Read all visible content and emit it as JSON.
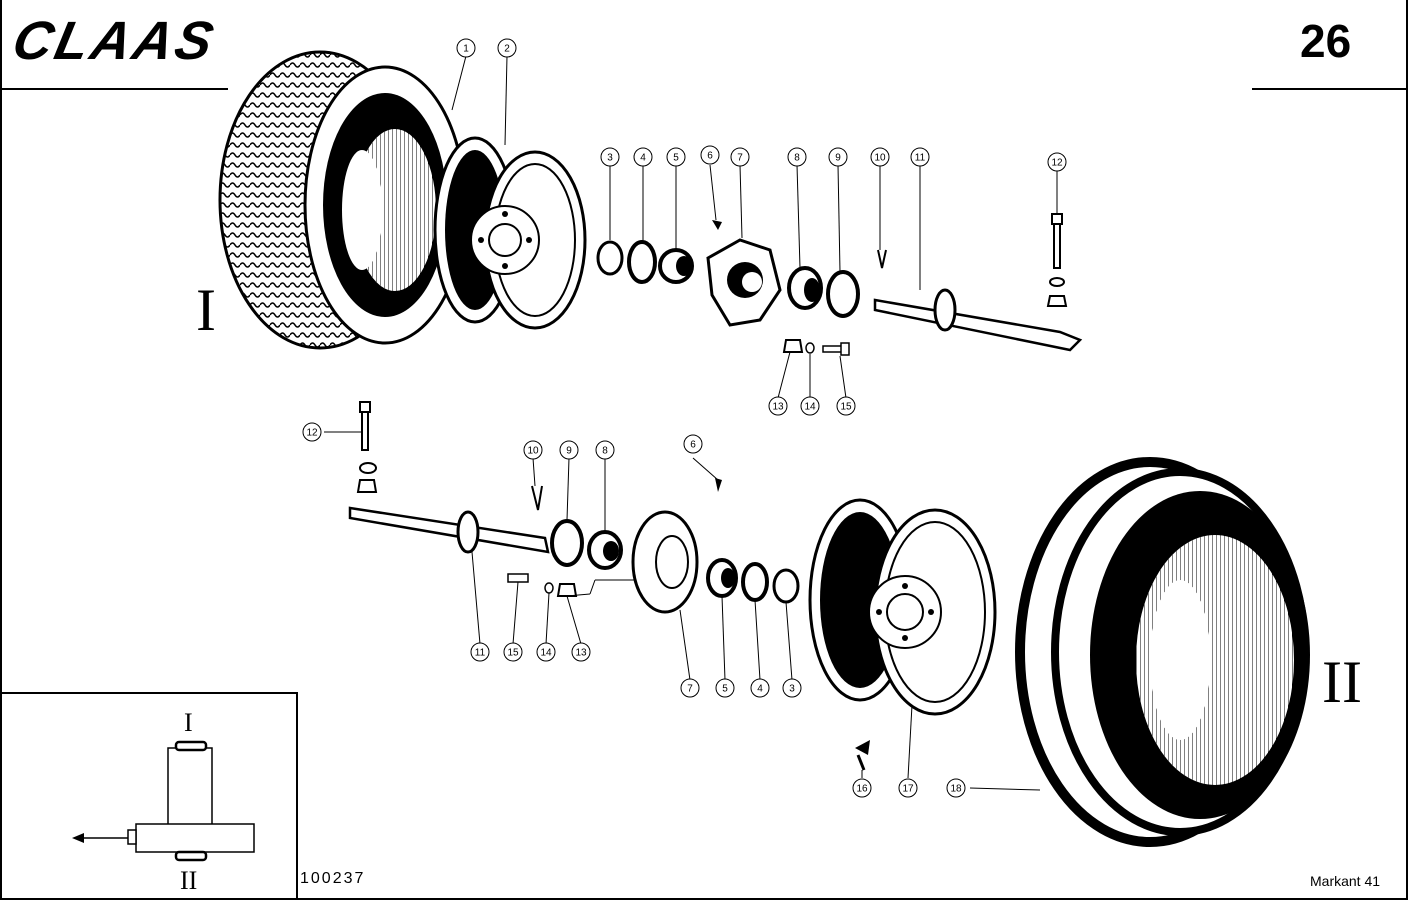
{
  "header": {
    "brand": "CLAAS",
    "page_number": "26"
  },
  "footer": {
    "drawing_number": "100237",
    "model": "Markant 41"
  },
  "assemblies": {
    "upper": "I",
    "lower": "II"
  },
  "inset": {
    "top_label": "I",
    "bottom_label": "II"
  },
  "callouts": {
    "upper": [
      "1",
      "2",
      "3",
      "4",
      "5",
      "6",
      "7",
      "8",
      "9",
      "10",
      "11",
      "12",
      "13",
      "14",
      "15"
    ],
    "lower": [
      "12",
      "10",
      "9",
      "8",
      "6",
      "11",
      "15",
      "14",
      "13",
      "7",
      "5",
      "4",
      "3",
      "16",
      "17",
      "18"
    ]
  },
  "colors": {
    "ink": "#000000",
    "paper": "#ffffff"
  }
}
